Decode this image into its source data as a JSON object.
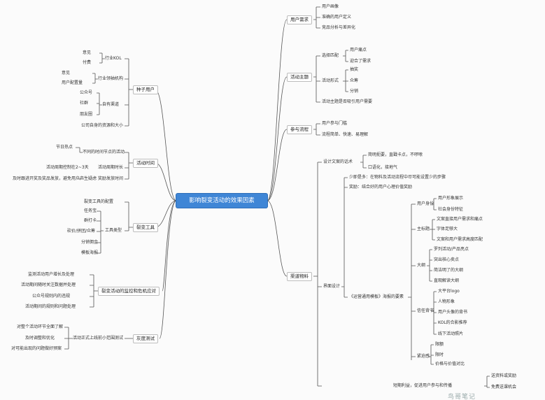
{
  "root": "影响裂变活动的效果因素",
  "right": {
    "b1": {
      "label": "用户需求",
      "items": [
        "用户画像",
        "准确的用户定义",
        "竞品分析与差异化"
      ]
    },
    "b2": {
      "label": "活动主题",
      "g1": {
        "label": "选择匹配",
        "items": [
          "用户痛点",
          "迎合了需求"
        ]
      },
      "g2": {
        "label": "活动形式",
        "items": [
          "抽奖",
          "众筹",
          "分销"
        ]
      },
      "last": "活动主题是否吸引用户需要"
    },
    "b3": {
      "label": "参与流程",
      "items": [
        "用户参与门槛",
        "流程简单、快速、易理解"
      ]
    },
    "b4": {
      "label": "渠道物料",
      "a": {
        "label": "设计文案的话术",
        "items": [
          "简明扼要，直戳卡点，不啰嗦",
          "口语化，接地气"
        ]
      },
      "b": {
        "label": "少即是多",
        "text": "少即是多：在物料及活动流程中尽可能设置少的步骤"
      },
      "c": {
        "label": "奖励",
        "text": "奖励：结合好的用户心理价值奖励"
      },
      "d": {
        "label": "界面设计",
        "head": "《运营通用模板》海报的要素",
        "s1": {
          "label": "用户身份",
          "items": [
            "用户形象展示",
            "社会身份特征"
          ]
        },
        "s2": {
          "label": "主标题",
          "items": [
            "文案直接用户需求和痛点",
            "字体足够大",
            "文案和用户需求高度匹配"
          ]
        },
        "s3": {
          "label": "大纲",
          "items": [
            "罗列活动/产品亮点",
            "突出核心卖点",
            "简洁明了的大纲",
            "直观解读大纲"
          ]
        },
        "s4": {
          "label": "信任背书",
          "items": [
            "大平台logo",
            "人物形象",
            "用户头像的背书",
            "KOL的合影推荐",
            "线下活动照片"
          ]
        },
        "s5": {
          "label": "紧迫感",
          "items": [
            "限额",
            "限时",
            "价格与价值对比"
          ]
        }
      },
      "e": {
        "label": "短期利益，促进用户参与和传播",
        "items": [
          "送资料或奖励",
          "免费送课机会"
        ]
      }
    }
  },
  "left": {
    "b1": {
      "label": "种子用户",
      "g1": {
        "label": "行业KOL",
        "items": [
          "意见",
          "付费"
        ]
      },
      "g2": {
        "label": "行业领袖机构",
        "items": [
          "意见",
          "用户配置量"
        ]
      },
      "g3": {
        "label": "自有渠道",
        "items": [
          "公众号",
          "社群",
          "朋友圈"
        ]
      },
      "last": "公司自身的资源和大小"
    },
    "b2": {
      "label": "活动时间",
      "items": [
        "节日热点",
        "不同的时间节点的活动",
        "活动周期控制在2~3天",
        "活动周期时长",
        "奖励发放时间",
        "及时跟进开奖及奖品发放，避免用户产生疑虑"
      ]
    },
    "b3": {
      "label": "裂变工具",
      "top": "裂变工具的配置",
      "g1": {
        "label": "工具类型",
        "items": [
          "任务宝",
          "群打卡",
          "砍价/拼团/众筹",
          "分销佣金",
          "模板海报"
        ]
      }
    },
    "b4": {
      "label": "裂变活动的监控和危机应对",
      "items": [
        "监测活动用户增长及处理",
        "活动期间随时关注数据并处理",
        "公众号规则内的违规",
        "活动期间的规则和问题处理"
      ]
    },
    "b5": {
      "label": "灰度测试",
      "g1": {
        "label": "活动正式上线前小范围测试",
        "items": [
          "对整个活动环节全面了解",
          "及时调整和优化",
          "对可能出现的问题做好预案"
        ]
      }
    }
  },
  "watermark": "鸟哥笔记"
}
